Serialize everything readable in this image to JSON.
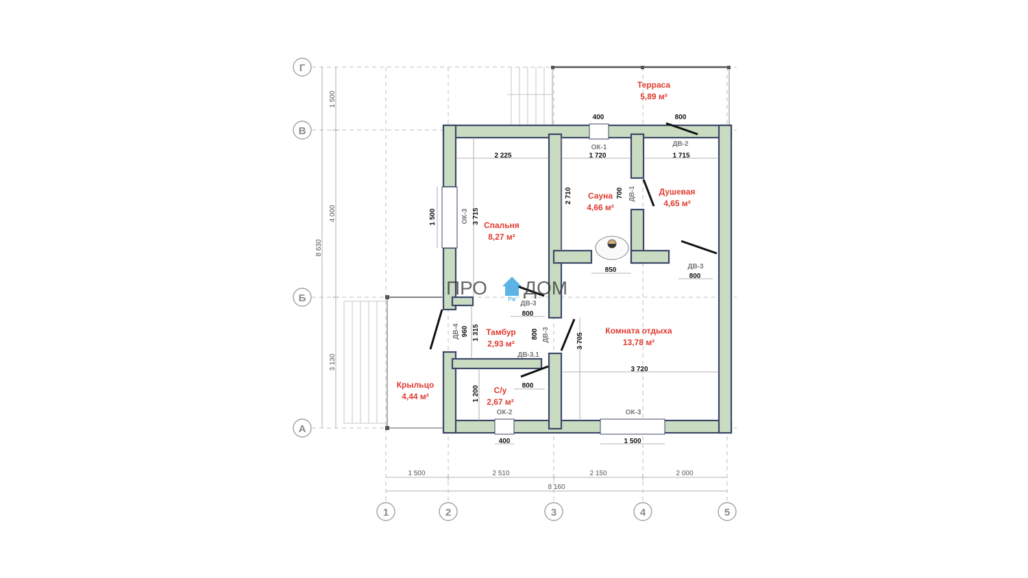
{
  "axes": {
    "rows": [
      "Г",
      "В",
      "Б",
      "А"
    ],
    "cols": [
      "1",
      "2",
      "3",
      "4",
      "5"
    ]
  },
  "rooms": [
    {
      "id": "terrace",
      "name": "Терраса",
      "area": "5,89 м²"
    },
    {
      "id": "bedroom",
      "name": "Спальня",
      "area": "8,27 м²"
    },
    {
      "id": "sauna",
      "name": "Сауна",
      "area": "4,66 м²"
    },
    {
      "id": "shower",
      "name": "Душевая",
      "area": "4,65 м²"
    },
    {
      "id": "vestibule",
      "name": "Тамбур",
      "area": "2,93 м²"
    },
    {
      "id": "restroom",
      "name": "Комната отдыха",
      "area": "13,78 м²"
    },
    {
      "id": "porch",
      "name": "Крыльцо",
      "area": "4,44 м²"
    },
    {
      "id": "wc",
      "name": "С/у",
      "area": "2,67 м²"
    }
  ],
  "tags": {
    "ok1": "ОК-1",
    "ok2": "ОК-2",
    "ok3_left": "ОК-3",
    "ok3_bottom": "ОК-3",
    "dv1": "ДВ-1",
    "dv2": "ДВ-2",
    "dv3_right": "ДВ-3",
    "dv3_center": "ДВ-3",
    "dv3_vert": "ДВ-3",
    "dv31": "ДВ-3.1",
    "dv4": "ДВ-4"
  },
  "dims": {
    "top_400": "400",
    "top_800": "800",
    "bed_2225": "2 225",
    "sauna_1720": "1 720",
    "shower_1715": "1 715",
    "left_1500": "1 500",
    "bed_3715": "3 715",
    "sauna_2710": "2 710",
    "sauna_700": "700",
    "sauna_850": "850",
    "dv3_800": "800",
    "vest_800": "800",
    "vest_960": "960",
    "vest_1315": "1 315",
    "vest_800v": "800",
    "rest_3705": "3 705",
    "rest_3720": "3 720",
    "wc_800": "800",
    "wc_1200": "1 200",
    "bot_400": "400",
    "bot_1500": "1 500",
    "h_1500": "1 500",
    "h_4000": "4 000",
    "h_8630": "8 630",
    "h_3130": "3 130",
    "c_1500": "1 500",
    "c_2510": "2 510",
    "c_2150": "2 150",
    "c_2000": "2 000",
    "total_8160": "8 160"
  },
  "logo": {
    "left": "ПРО",
    "right": "ДОМ",
    "sub": "РФ"
  }
}
